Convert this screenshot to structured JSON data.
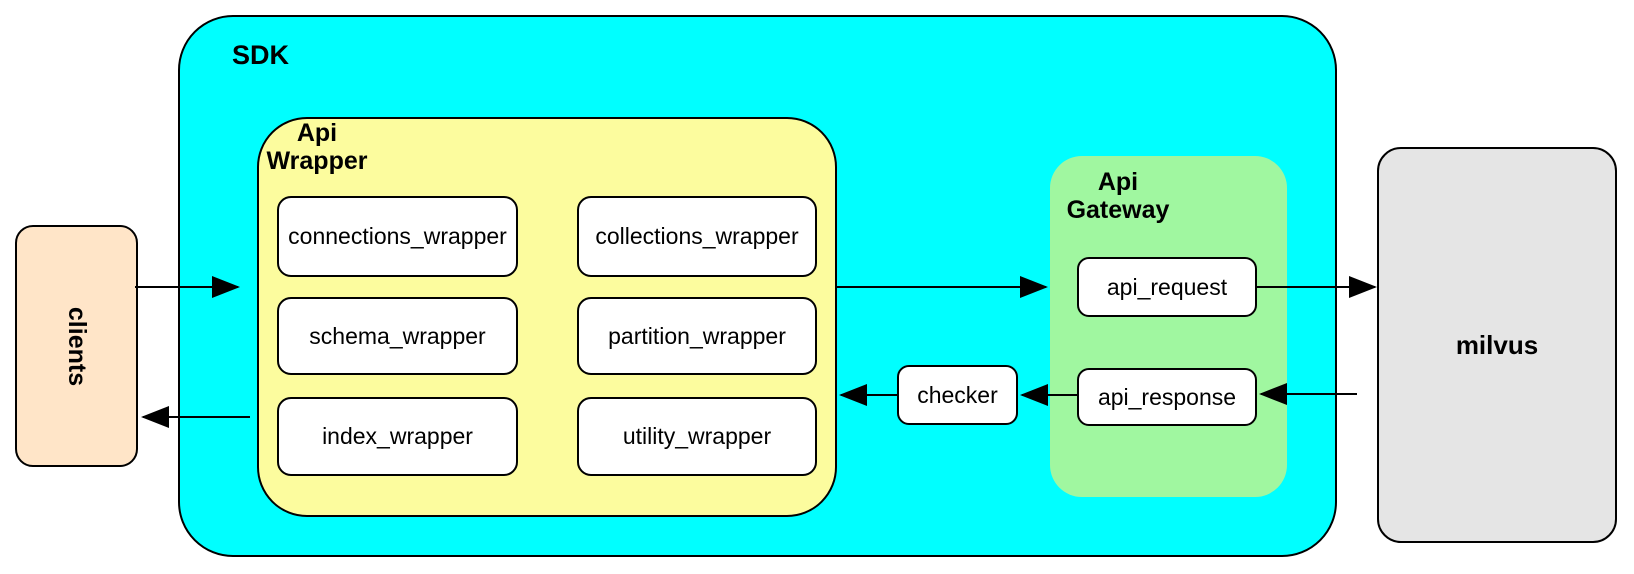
{
  "clients": {
    "label": "clients"
  },
  "sdk": {
    "label": "SDK"
  },
  "api_wrapper": {
    "title": "Api\nWrapper",
    "modules": [
      "connections_wrapper",
      "collections_wrapper",
      "schema_wrapper",
      "partition_wrapper",
      "index_wrapper",
      "utility_wrapper"
    ]
  },
  "checker": {
    "label": "checker"
  },
  "api_gateway": {
    "title": "Api\nGateway",
    "request_label": "api_request",
    "response_label": "api_response"
  },
  "milvus": {
    "label": "milvus"
  },
  "colors": {
    "sdk_fill": "#00ffff",
    "wrapper_fill": "#fcfc9e",
    "gateway_fill": "#a0f7a0",
    "clients_fill": "#ffe5c8",
    "milvus_fill": "#e5e5e5",
    "node_fill": "#ffffff",
    "stroke": "#000000"
  }
}
